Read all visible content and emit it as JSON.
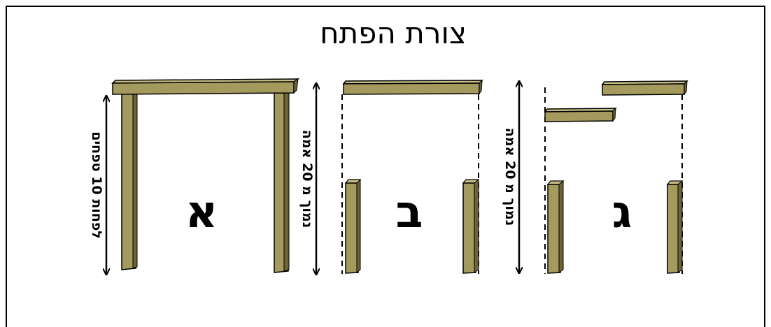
{
  "title": "צורת הפתח",
  "colors": {
    "wood_front": "#a59a5d",
    "wood_top": "#c6bd86",
    "wood_side": "#6c6438",
    "outline": "#000000"
  },
  "panels": [
    {
      "letter": "א",
      "side_label": "לפחות 10 טפחים"
    },
    {
      "letter": "ב",
      "side_label": "נמוך מ 20 אמה"
    },
    {
      "letter": "ג",
      "side_label": "נמוך מ 20 אמה"
    }
  ]
}
